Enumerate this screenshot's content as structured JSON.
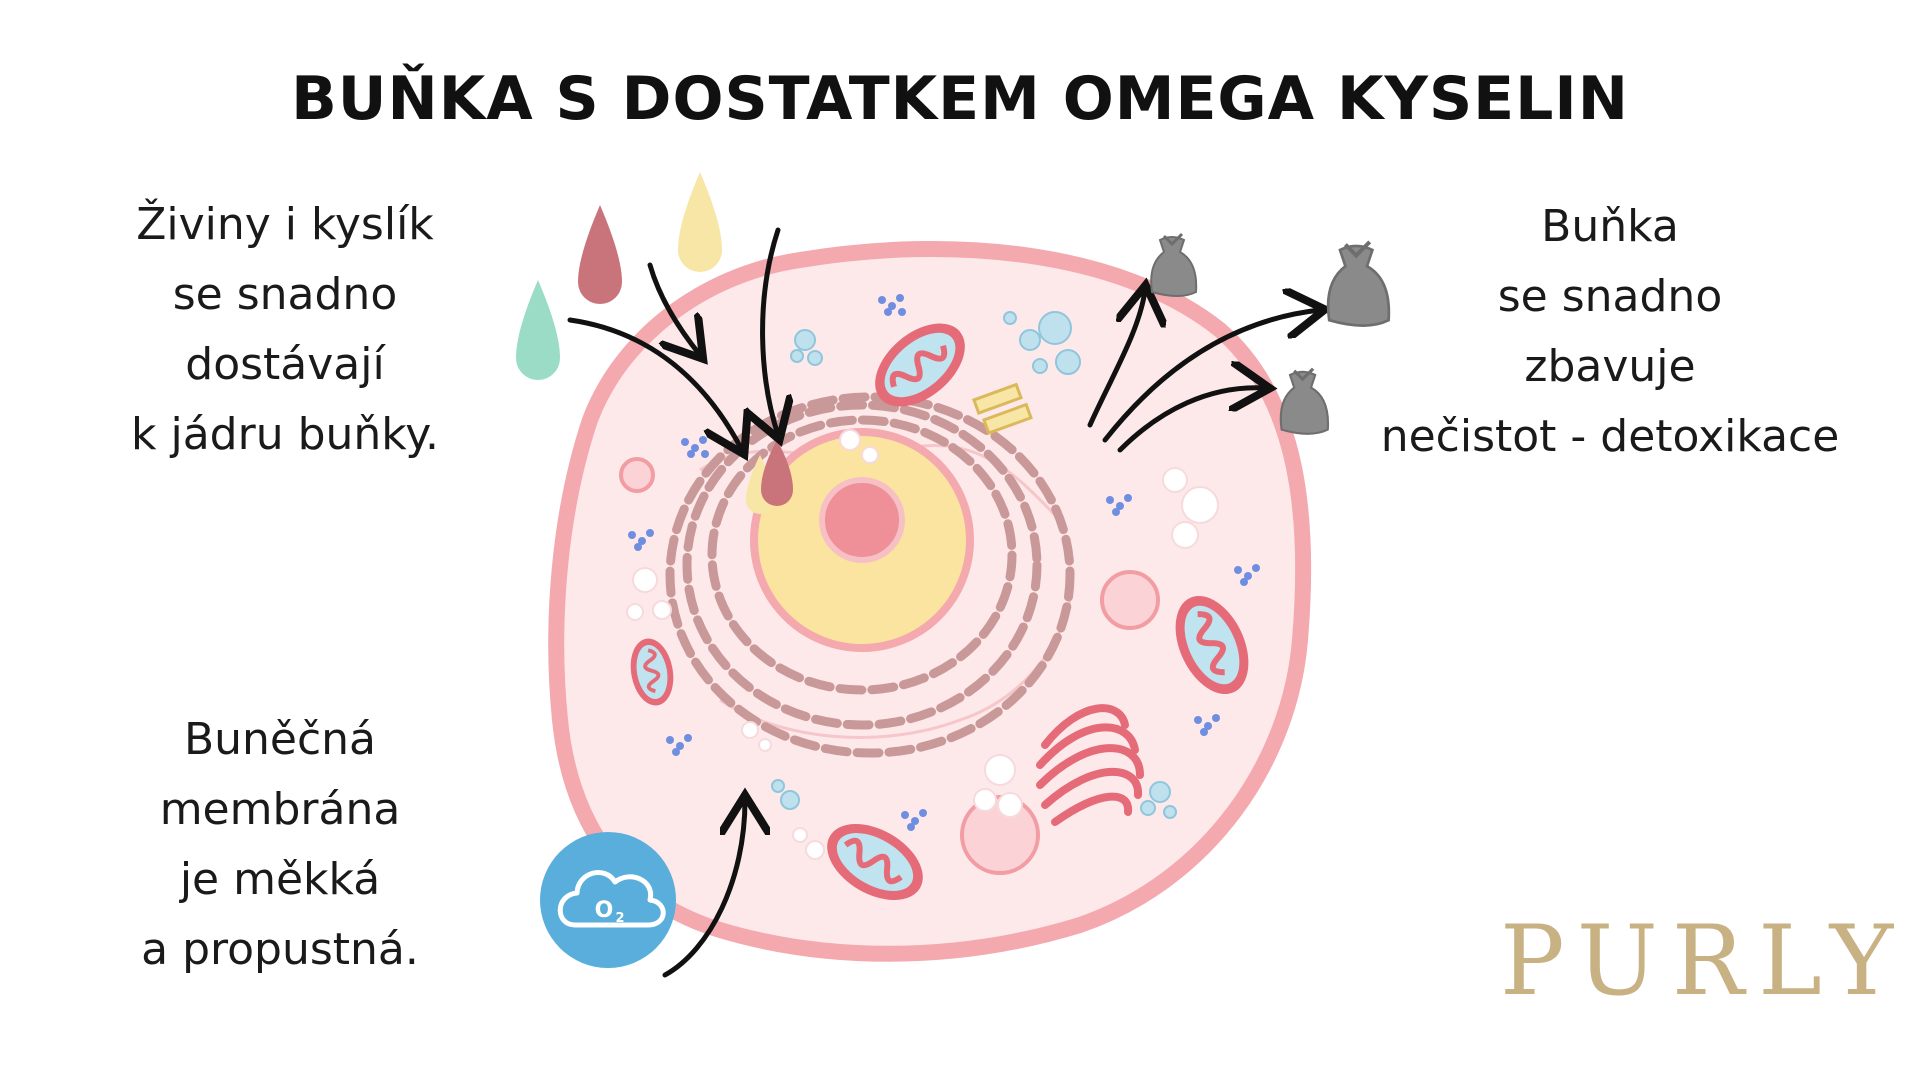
{
  "title": "BUŇKA S DOSTATKEM OMEGA KYSELIN",
  "captions": {
    "nutrients": [
      "Živiny i kyslík",
      "se snadno",
      "dostávají",
      "k jádru buňky."
    ],
    "membrane": [
      "Buněčná",
      "membrána",
      "je měkká",
      "a propustná."
    ],
    "detox": [
      "Buňka",
      "se snadno",
      "zbavuje",
      "nečistot - detoxikace"
    ]
  },
  "oxygen_badge": {
    "label": "O2",
    "icon": "oxygen-cloud-icon",
    "color": "#5aaedc"
  },
  "brand": {
    "logo_text": "PURLY",
    "color": "#c8b183"
  },
  "colors": {
    "membrane": "#f4a9ae",
    "cytoplasm": "#fde9ea",
    "nucleus": "#fbe3a0",
    "nucleolus": "#ef8f98",
    "drop_red": "#c9737a",
    "drop_yellow": "#f8e6a6",
    "drop_green": "#9adcc6",
    "waste_bag": "#8a8a8a"
  }
}
